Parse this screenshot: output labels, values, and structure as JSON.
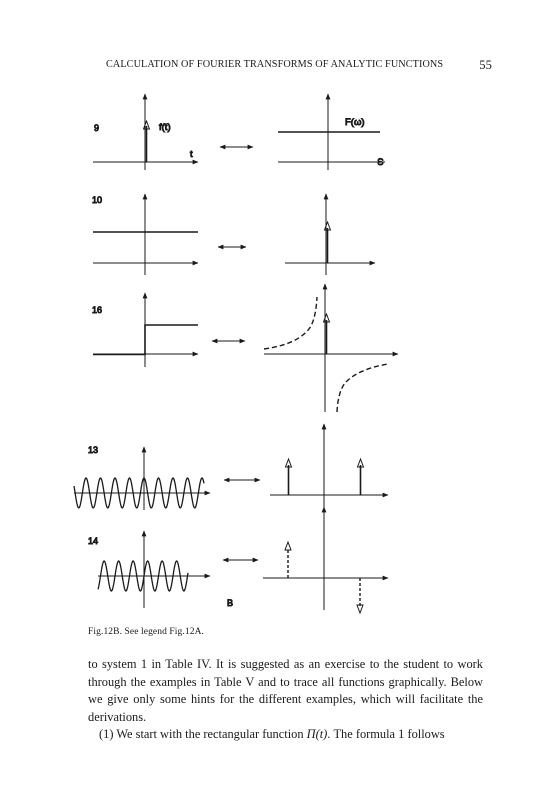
{
  "header": {
    "title": "CALCULATION OF FOURIER TRANSFORMS OF ANALYTIC FUNCTIONS",
    "page_number": "55"
  },
  "figure": {
    "rows": [
      {
        "number": "9",
        "left_label": "f(t)",
        "left_axis": "t",
        "right_label": "F(ω)",
        "right_axis": "ω"
      },
      {
        "number": "10"
      },
      {
        "number": "16"
      },
      {
        "number": "13"
      },
      {
        "number": "14"
      }
    ],
    "part_label": "B"
  },
  "caption": "Fig.12B. See legend Fig.12A.",
  "body": {
    "paragraph1": "to system 1 in Table IV. It is suggested as an exercise to the student to work through the examples in Table V and to trace all functions graphically. Below we give only some hints for the different examples, which will facilitate the derivations.",
    "paragraph2_start": "(1) We start with the rectangular function ",
    "paragraph2_symbol": "Π(t)",
    "paragraph2_end": ". The formula 1 follows"
  }
}
